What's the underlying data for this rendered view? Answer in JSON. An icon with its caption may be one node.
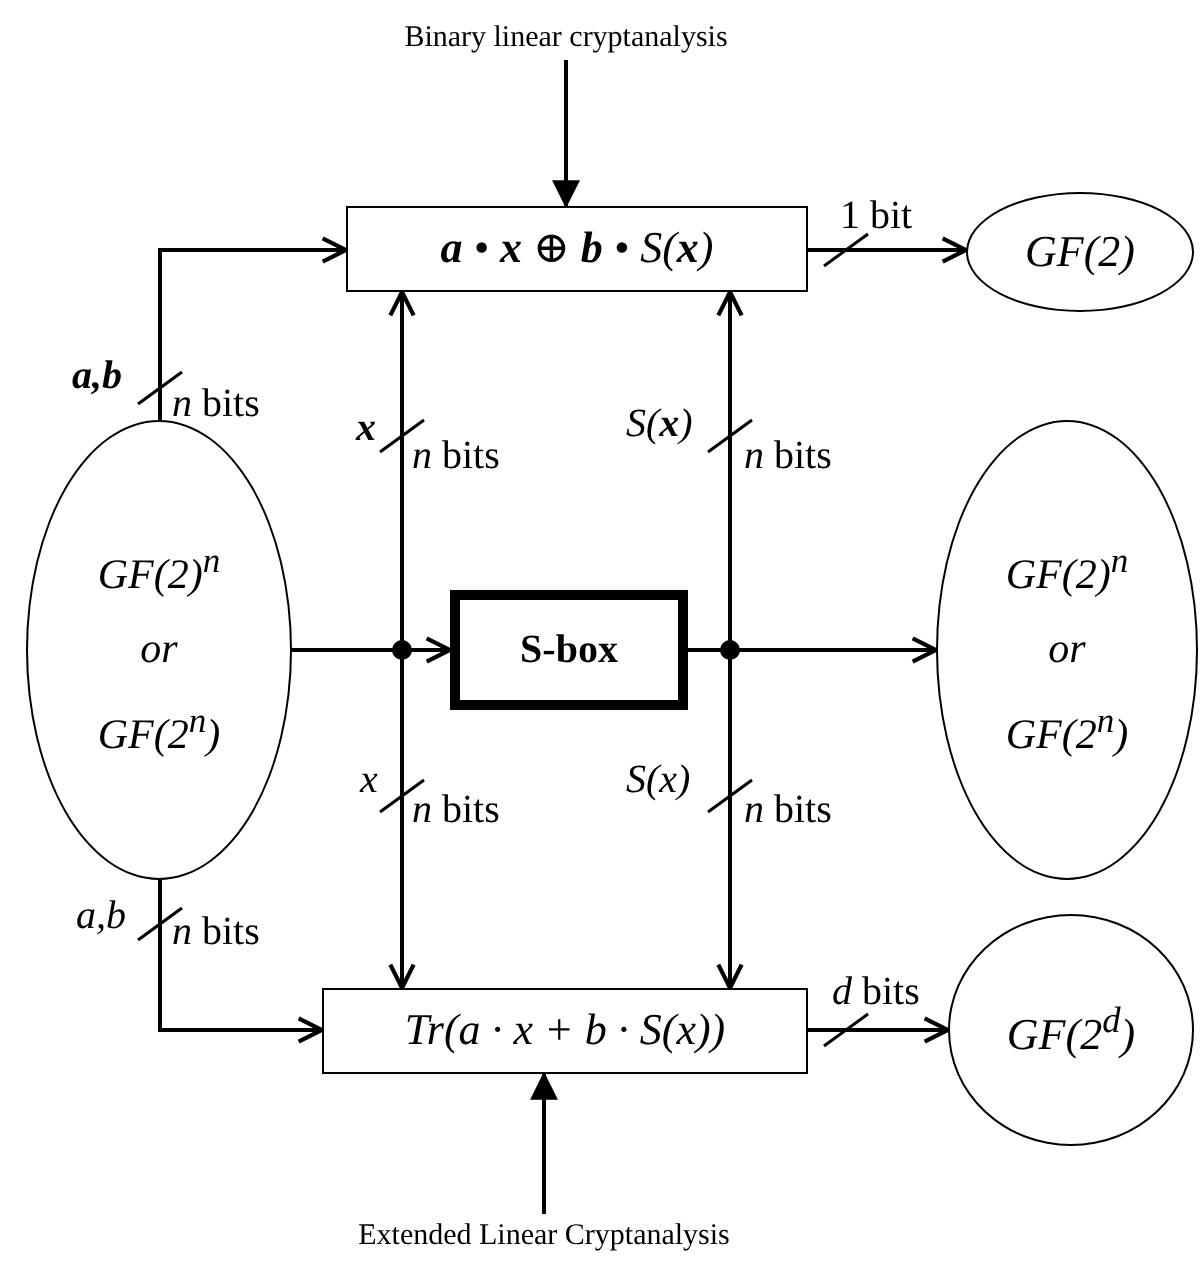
{
  "diagram": {
    "nodes": [
      {
        "text": [
          "Binary linear cryptanalysis"
        ]
      },
      {
        "text": [
          "**a** • **x** ⊕ **b** • S(**x**)"
        ]
      },
      {
        "text": [
          "GF(2)"
        ]
      },
      {
        "text": [
          "GF(2)$^{n}$",
          "or",
          "GF(2$^{n}$)"
        ]
      },
      {
        "text": [
          "S-box"
        ]
      },
      {
        "text": [
          "GF(2)$^{n}$",
          "or",
          "GF(2$^{n}$)"
        ]
      },
      {
        "text": [
          "Tr(a · x + b · S(x))"
        ]
      },
      {
        "text": [
          "GF(2$^{d}$)"
        ]
      },
      {
        "text": [
          "Extended Linear Cryptanalysis"
        ]
      }
    ],
    "edges": [
      {
        "from": 0,
        "to": 1,
        "arrow": "to"
      },
      {
        "from": 3,
        "to": 1,
        "arrow": "to",
        "label": "**a,b**"
      },
      {
        "from": 3,
        "to": 4,
        "arrow": "to"
      },
      {
        "from": 3,
        "to": 1,
        "arrow": "to",
        "label": "**x**"
      },
      {
        "from": 3,
        "to": 6,
        "arrow": "to",
        "label": "x"
      },
      {
        "from": 4,
        "to": 1,
        "arrow": "to",
        "label": "S(**x**)"
      },
      {
        "from": 4,
        "to": 5,
        "arrow": "to"
      },
      {
        "from": 4,
        "to": 6,
        "arrow": "to",
        "label": "S(x)"
      },
      {
        "from": 1,
        "to": 2,
        "arrow": "to",
        "label": "1 bit"
      },
      {
        "from": 3,
        "to": 6,
        "arrow": "to",
        "label": "a,b"
      },
      {
        "from": 6,
        "to": 7,
        "arrow": "to",
        "label": "*d* bits"
      },
      {
        "from": 8,
        "to": 6,
        "arrow": "to"
      }
    ],
    "labels": [
      "*n* bits",
      "*n* bits",
      "*n* bits",
      "*n* bits",
      "*n* bits",
      "*n* bits"
    ]
  }
}
